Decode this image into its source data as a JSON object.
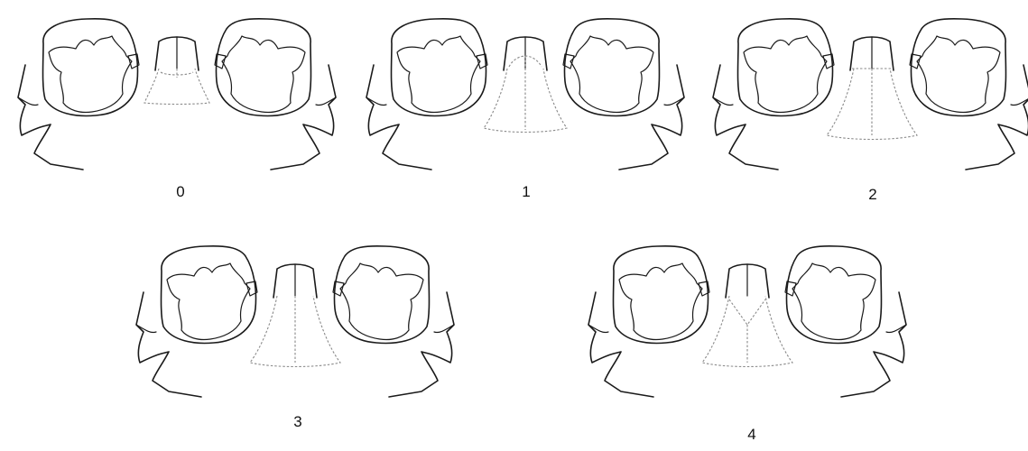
{
  "figures": [
    {
      "label": "0",
      "pattern": "band"
    },
    {
      "label": "1",
      "pattern": "curve"
    },
    {
      "label": "2",
      "pattern": "band"
    },
    {
      "label": "3",
      "pattern": "midline"
    },
    {
      "label": "4",
      "pattern": "vee"
    }
  ],
  "colors": {
    "outline": "#1a1a1a",
    "dashed": "#8a8a8a",
    "background": "#ffffff"
  }
}
